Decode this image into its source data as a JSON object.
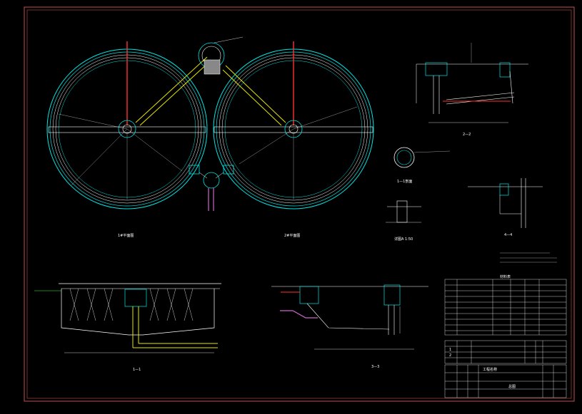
{
  "drawing": {
    "frame_color": "#c0504d",
    "line_colors": {
      "cyan": "#00e5e5",
      "white": "#ffffff",
      "yellow": "#e6e600",
      "red": "#ff3030",
      "magenta": "#cc66cc",
      "green": "#33ff33",
      "blue": "#3366ff"
    },
    "view_labels": {
      "plan": "1#平面图",
      "plan2": "2#平面图",
      "section_11": "1—1",
      "section_22": "2—2",
      "section_33": "3—3",
      "section_44": "4—4",
      "detail": "详图A 1:50",
      "detail2": "1—1剖面"
    },
    "table_title": "材料表",
    "title_block": {
      "header": "工程名称",
      "drawing_name": "总图",
      "revision_rows": [
        "1",
        "2"
      ]
    }
  }
}
